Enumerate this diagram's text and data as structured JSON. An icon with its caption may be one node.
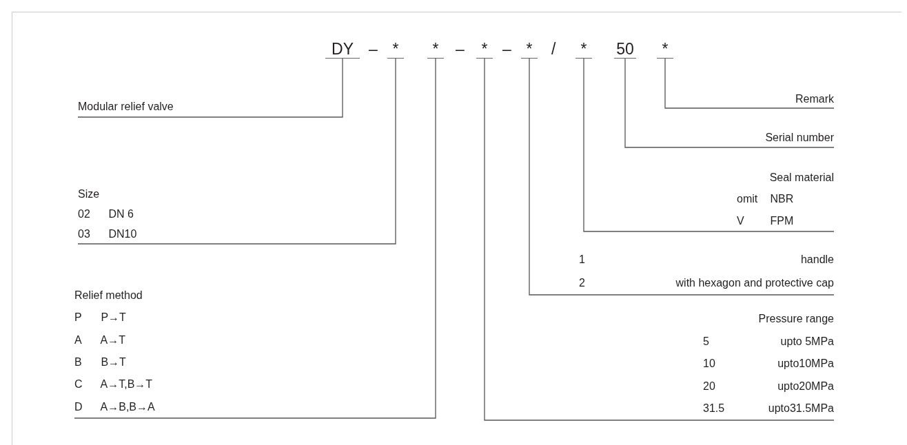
{
  "diagram": {
    "nodes": [
      {
        "text": [
          "DY"
        ]
      },
      {
        "text": [
          "*"
        ]
      },
      {
        "text": [
          "*"
        ]
      },
      {
        "text": [
          "*"
        ]
      },
      {
        "text": [
          "*"
        ]
      },
      {
        "text": [
          "*"
        ]
      },
      {
        "text": [
          "50"
        ]
      },
      {
        "text": [
          "*"
        ]
      },
      {
        "text": [
          "Remark"
        ]
      },
      {
        "text": [
          "Modular relief valve"
        ]
      },
      {
        "text": [
          "Serial number"
        ]
      },
      {
        "text": [
          "Seal material",
          "omit NBR",
          "V FPM"
        ]
      },
      {
        "text": [
          "Size",
          "02 DN 6",
          "03 DN10"
        ]
      },
      {
        "text": [
          "1 handle",
          "2 with hexagon and protective cap"
        ]
      },
      {
        "text": [
          "Relief method",
          "P P→T",
          "A A→T",
          "B B→T",
          "C A→T,B→T",
          "D A→B,B→A"
        ]
      },
      {
        "text": [
          "Pressure range",
          "5 upto 5MPa",
          "10 upto10MPa",
          "20 upto20MPa",
          "31.5 upto31.5MPa"
        ]
      }
    ],
    "edges": [
      {
        "from": 8,
        "to": 7,
        "arrow": "none"
      },
      {
        "from": 9,
        "to": 0,
        "arrow": "none"
      },
      {
        "from": 10,
        "to": 6,
        "arrow": "none"
      },
      {
        "from": 11,
        "to": 5,
        "arrow": "none"
      },
      {
        "from": 12,
        "to": 1,
        "arrow": "none"
      },
      {
        "from": 13,
        "to": 4,
        "arrow": "none"
      },
      {
        "from": 14,
        "to": 2,
        "arrow": "none"
      },
      {
        "from": 15,
        "to": 3,
        "arrow": "none"
      }
    ],
    "labels": [
      "–",
      "–",
      "–",
      "/"
    ]
  }
}
